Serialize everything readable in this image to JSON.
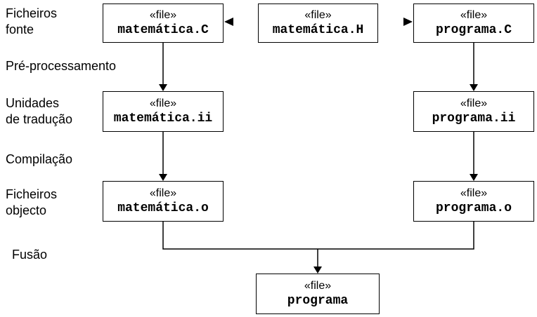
{
  "stages": [
    {
      "label": "Ficheiros\nfonte"
    },
    {
      "label": "Pré-processamento"
    },
    {
      "label": "Unidades\nde tradução"
    },
    {
      "label": "Compilação"
    },
    {
      "label": "Ficheiros\nobjecto"
    },
    {
      "label": "Fusão"
    }
  ],
  "boxes": [
    {
      "stereotype": "«file»",
      "name": "matemática.C"
    },
    {
      "stereotype": "«file»",
      "name": "matemática.H"
    },
    {
      "stereotype": "«file»",
      "name": "programa.C"
    },
    {
      "stereotype": "«file»",
      "name": "matemática.ii"
    },
    {
      "stereotype": "«file»",
      "name": "programa.ii"
    },
    {
      "stereotype": "«file»",
      "name": "matemática.o"
    },
    {
      "stereotype": "«file»",
      "name": "programa.o"
    },
    {
      "stereotype": "«file»",
      "name": "programa"
    }
  ],
  "edges": [
    {
      "from": "matemática.H",
      "to": "matemática.C"
    },
    {
      "from": "matemática.H",
      "to": "programa.C"
    },
    {
      "from": "matemática.C",
      "to": "matemática.ii"
    },
    {
      "from": "programa.C",
      "to": "programa.ii"
    },
    {
      "from": "matemática.ii",
      "to": "matemática.o"
    },
    {
      "from": "programa.ii",
      "to": "programa.o"
    },
    {
      "from": "matemática.o",
      "to": "programa"
    },
    {
      "from": "programa.o",
      "to": "programa"
    }
  ],
  "colors": {
    "background": "#ffffff",
    "line": "#000000",
    "text": "#000000"
  }
}
